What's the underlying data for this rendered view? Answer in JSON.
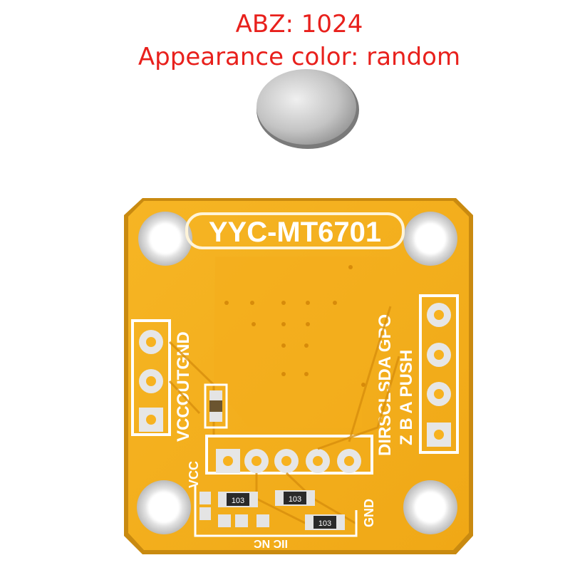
{
  "caption": {
    "line1": "ABZ: 1024",
    "line2": "Appearance color: random"
  },
  "board": {
    "title": "YYC-MT6701",
    "left_header": "VCCOUTGND",
    "right_header_top": "DIRSCLSDA GPO",
    "right_header_mid": "Z  B  A  PUSH",
    "bottom_vcc": "VCC",
    "bottom_gnd": "GND",
    "bottom_nc": "IIC NC",
    "resistor_marking": "103",
    "colors": {
      "board": "#f7b21f",
      "pad": "#e8e8e8",
      "silk": "#ffffff",
      "magnet": "#c8c8c8"
    }
  }
}
